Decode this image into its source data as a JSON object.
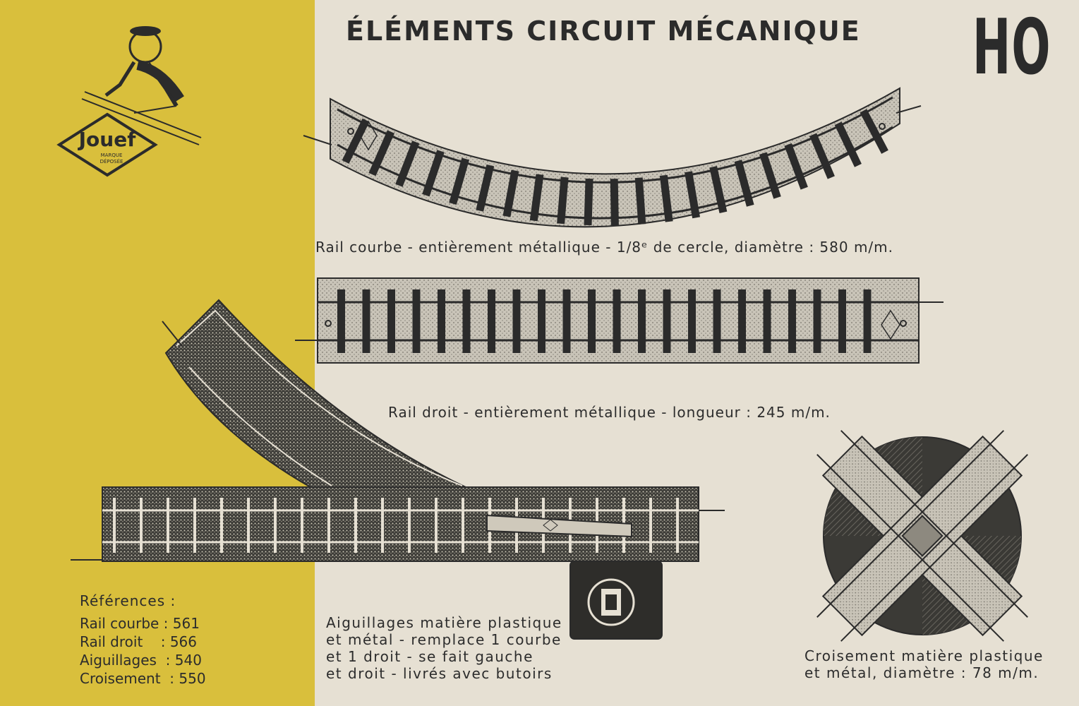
{
  "title": "ÉLÉMENTS CIRCUIT MÉCANIQUE",
  "scale_badge": "HO",
  "brand": {
    "name": "Jouef",
    "sub1": "MARQUE",
    "sub2": "DÉPOSÉE"
  },
  "captions": {
    "curved": "Rail courbe - entièrement métallique - 1/8ᵉ de cercle, diamètre : 580 m/m.",
    "straight": "Rail droit - entièrement métallique - longueur : 245 m/m."
  },
  "switch_text": [
    "Aiguillages matière plastique",
    "et métal - remplace 1 courbe",
    "et 1 droit - se fait gauche",
    "et droit - livrés avec butoirs"
  ],
  "crossing_text": [
    "Croisement matière plastique",
    "et métal, diamètre : 78 m/m."
  ],
  "references": {
    "heading": "Références :",
    "rows": [
      "Rail courbe : 561",
      "Rail droit    : 566",
      "Aiguillages  : 540",
      "Croisement  : 550"
    ]
  },
  "colors": {
    "yellow_panel": "#d9bf3c",
    "paper": "#e6e0d3",
    "ink": "#2b2b2b"
  }
}
